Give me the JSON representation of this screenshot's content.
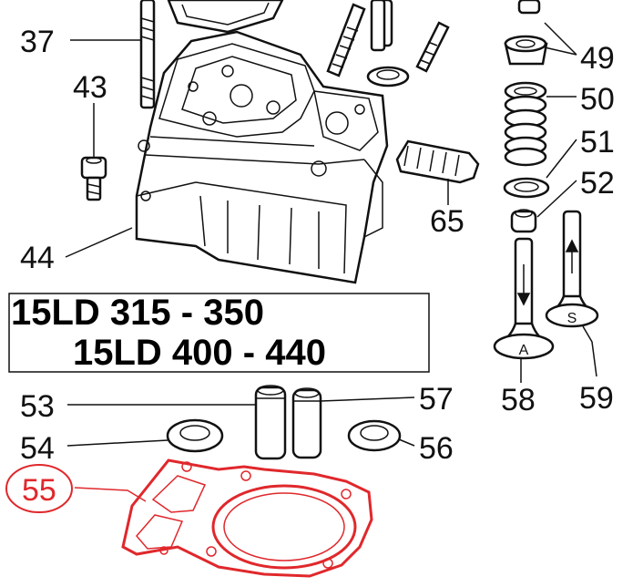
{
  "models": {
    "line1": "15LD 315 - 350",
    "line2": "15LD 400 - 440"
  },
  "callouts": {
    "c37": "37",
    "c43": "43",
    "c44": "44",
    "c49": "49",
    "c50": "50",
    "c51": "51",
    "c52": "52",
    "c53": "53",
    "c54": "54",
    "c55": "55",
    "c56": "56",
    "c57": "57",
    "c58": "58",
    "c59": "59",
    "c65": "65"
  },
  "valve_marks": {
    "intake": "A",
    "exhaust": "S"
  },
  "colors": {
    "highlight": "#e0282c",
    "ink": "#111111"
  }
}
